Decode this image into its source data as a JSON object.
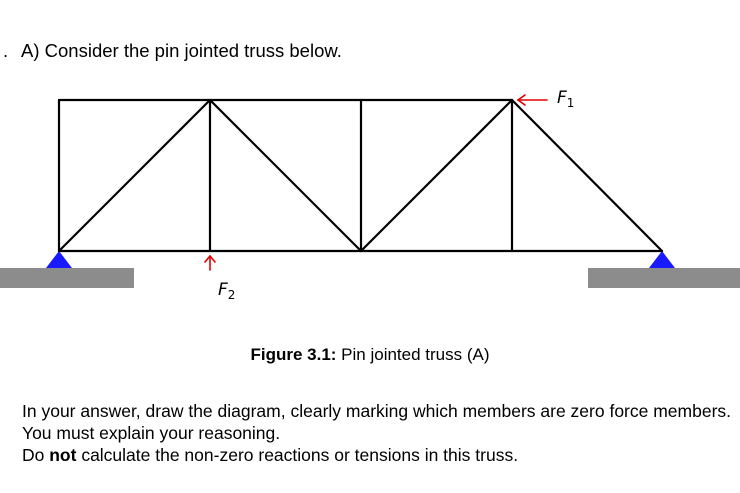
{
  "heading": {
    "bullet": ".",
    "text": "A) Consider the pin jointed truss below."
  },
  "forces": {
    "f1": {
      "symbol": "F",
      "subscript": "1"
    },
    "f2": {
      "symbol": "F",
      "subscript": "2"
    }
  },
  "colors": {
    "members": "#000000",
    "supports": "#1a1aff",
    "ground": "#8c8c8c",
    "force_arrows": "#e00000"
  },
  "caption": {
    "label": "Figure 3.1:",
    "text": "Pin jointed truss (A)"
  },
  "instructions": {
    "line1": "In your answer, draw the diagram, clearly marking which members are zero force members.",
    "line2": "You must explain your reasoning.",
    "line3_pre": "Do ",
    "line3_bold": "not",
    "line3_post": " calculate the non-zero reactions or tensions in this truss."
  }
}
